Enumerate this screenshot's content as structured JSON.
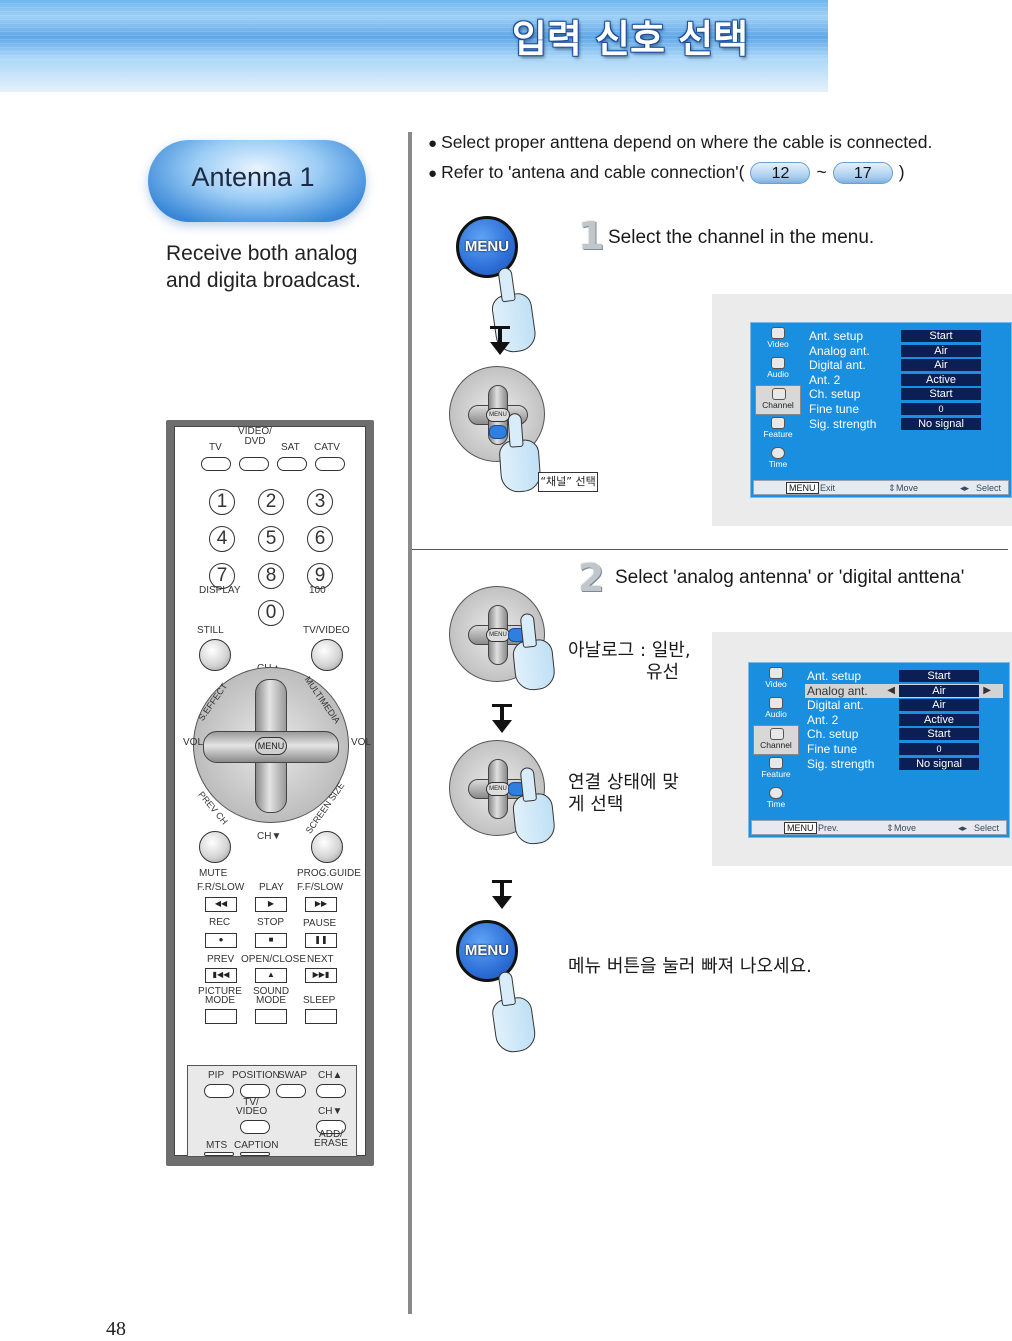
{
  "header": {
    "title": "입력 신호 선택"
  },
  "antenna": {
    "title": "Antenna 1",
    "desc_line1": "Receive both analog",
    "desc_line2": "and digita broadcast."
  },
  "bullets": {
    "b1": "Select proper anttena depend on where the cable is connected.",
    "b2_prefix": "Refer to 'antena and cable connection'(",
    "b2_page_a": "12",
    "b2_tilde": "~",
    "b2_page_b": "17",
    "b2_suffix": ")"
  },
  "steps": {
    "s1_num": "1",
    "s1_text": "Select the channel in the menu.",
    "s2_num": "2",
    "s2_text": "Select 'analog antenna' or 'digital anttena'"
  },
  "menu_button_label": "MENU",
  "korean": {
    "channel_select_box": "“채널” 선택",
    "analog_line1": "아날로그 : 일반,",
    "analog_line2": "유선",
    "conn_line1": "연결 상태에 맞",
    "conn_line2": "게 선택",
    "exit_text": "메뉴 버튼을 눌러 빠져 나오세요."
  },
  "osd1": {
    "side": [
      "Video",
      "Audio",
      "Channel",
      "Feature",
      "Time"
    ],
    "selected_side": "Channel",
    "rows": [
      {
        "label": "Ant. setup",
        "value": "Start"
      },
      {
        "label": "Analog ant.",
        "value": "Air"
      },
      {
        "label": "Digital ant.",
        "value": "Air"
      },
      {
        "label": "Ant. 2",
        "value": "Active"
      },
      {
        "label": "Ch. setup",
        "value": "Start"
      },
      {
        "label": "Fine tune",
        "value": "0"
      },
      {
        "label": "Sig. strength",
        "value": "No signal"
      }
    ],
    "footer": {
      "menu": "MENU",
      "action": "Exit",
      "move": "Move",
      "select": "Select"
    }
  },
  "osd2": {
    "side": [
      "Video",
      "Audio",
      "Channel",
      "Feature",
      "Time"
    ],
    "selected_side": "Channel",
    "highlight_row": "Analog ant.",
    "rows": [
      {
        "label": "Ant. setup",
        "value": "Start"
      },
      {
        "label": "Analog ant.",
        "value": "Air"
      },
      {
        "label": "Digital ant.",
        "value": "Air"
      },
      {
        "label": "Ant. 2",
        "value": "Active"
      },
      {
        "label": "Ch. setup",
        "value": "Start"
      },
      {
        "label": "Fine tune",
        "value": "0"
      },
      {
        "label": "Sig. strength",
        "value": "No signal"
      }
    ],
    "footer": {
      "menu": "MENU",
      "action": "Prev.",
      "move": "Move",
      "select": "Select"
    }
  },
  "remote": {
    "source_labels": [
      "TV",
      "VIDEO/ DVD",
      "SAT",
      "CATV"
    ],
    "numbers": [
      "1",
      "2",
      "3",
      "4",
      "5",
      "6",
      "7",
      "8",
      "9",
      "0"
    ],
    "display": "DISPLAY",
    "hundred": "100",
    "still": "STILL",
    "tv_video": "TV/VIDEO",
    "ch_up": "CH▲",
    "ch_down": "CH▼",
    "s_effect": "S.EFFECT",
    "multimedia": "MULTIMEDIA",
    "prev_ch": "PREV CH",
    "screen_size": "SCREEN SIZE",
    "vol": "VOL",
    "menu": "MENU",
    "mute": "MUTE",
    "prog_guide": "PROG.GUIDE",
    "fr_slow": "F.R/SLOW",
    "play": "PLAY",
    "ff_slow": "F.F/SLOW",
    "rec": "REC",
    "stop": "STOP",
    "pause": "PAUSE",
    "prev": "PREV",
    "open_close": "OPEN/CLOSE",
    "next": "NEXT",
    "picture_mode": "PICTURE MODE",
    "sound_mode": "SOUND MODE",
    "sleep": "SLEEP",
    "pip": "PIP",
    "position": "POSITION",
    "swap": "SWAP",
    "tv_video2": "TV/ VIDEO",
    "mts": "MTS",
    "caption": "CAPTION",
    "add_erase": "ADD/ ERASE"
  },
  "page_number": "48"
}
